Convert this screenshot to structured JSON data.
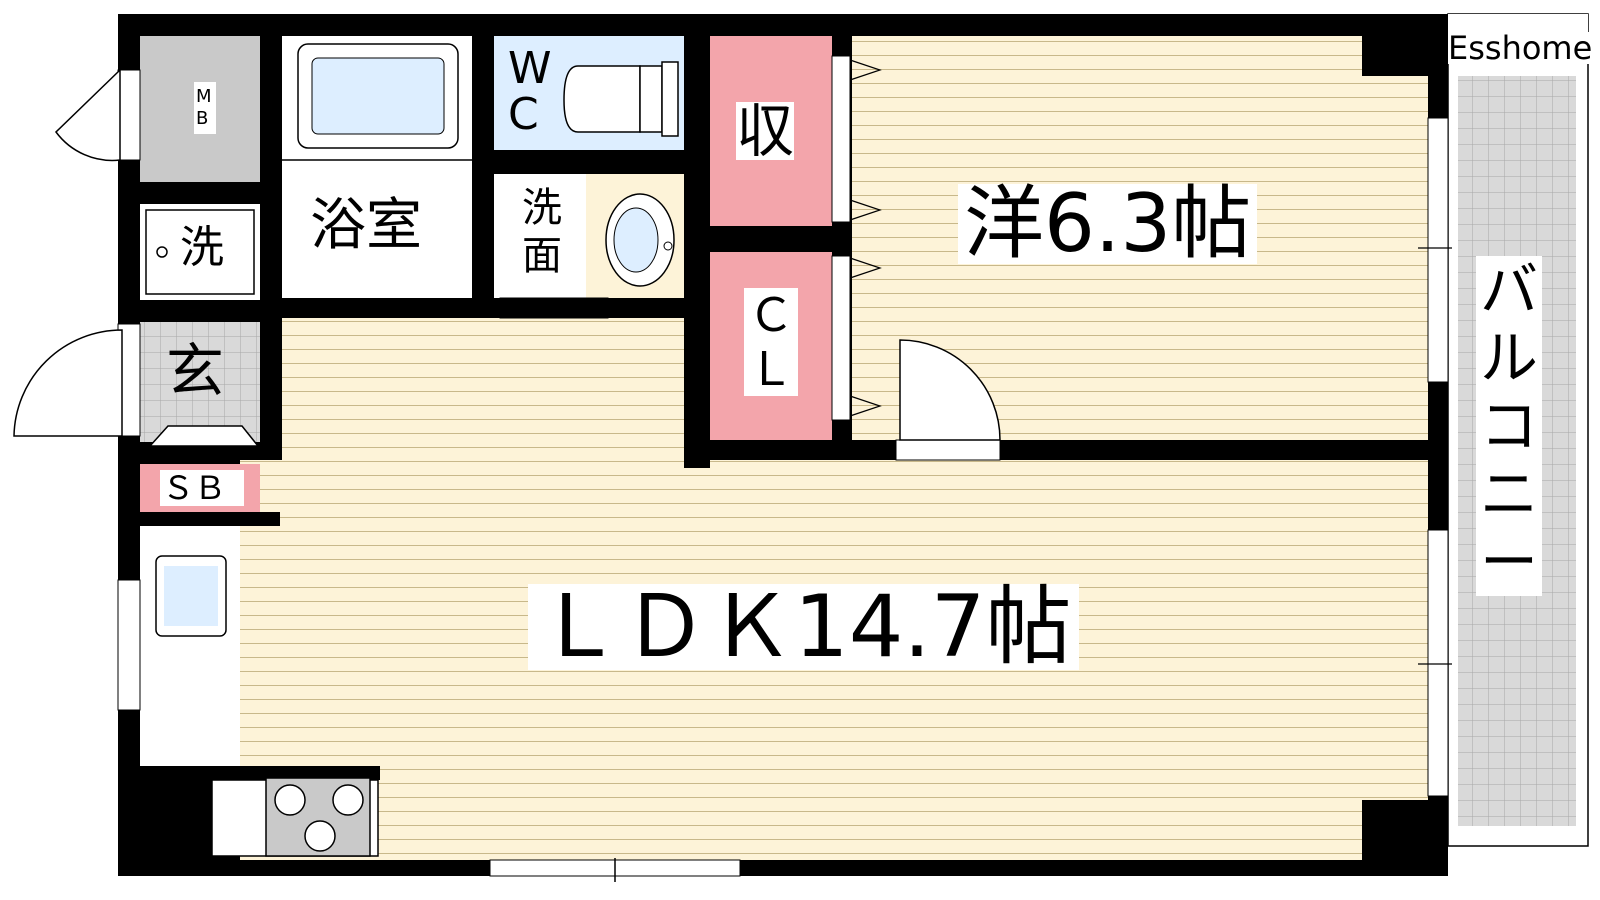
{
  "watermark": "Esshome",
  "colors": {
    "wall": "#000000",
    "floor_wood": "#fdf3d8",
    "floor_line": "#c8b88a",
    "storage": "#f3a5ab",
    "fixture": "#ddeeff",
    "gray": "#c9c9c9",
    "balcony": "#d9d9d9"
  },
  "rooms": {
    "mb": "M\nB",
    "wc": "W\nC",
    "bath": "浴室",
    "washroom": "洗\n面",
    "laundry": "洗",
    "entrance": "玄",
    "shoebox": "ＳＢ",
    "storage": "収",
    "closet": "Ｃ\nＬ",
    "western_room": "洋6.3帖",
    "ldk": "ＬＤＫ14.7帖",
    "balcony": "バ\nル\nコ\nニ\nー"
  }
}
